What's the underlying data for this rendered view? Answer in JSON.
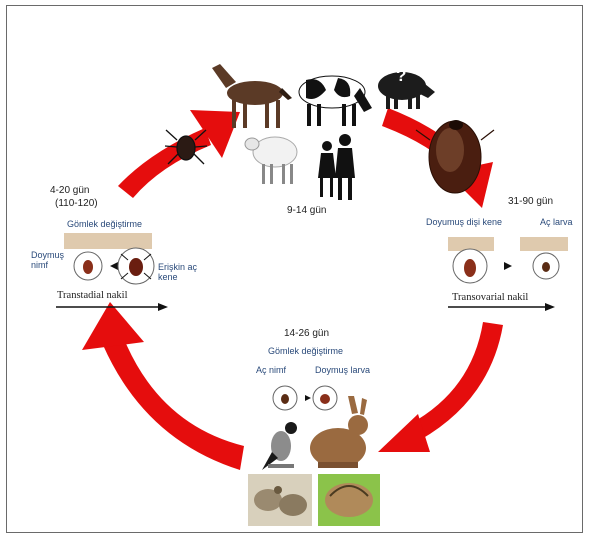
{
  "colors": {
    "arrow": "#e50d0d",
    "stage_line": "#111111",
    "tick_body": "#4a1e10",
    "egg_mass": "#d2b48c"
  },
  "host_icons": [
    "horse-icon",
    "cow-icon",
    "boar-icon",
    "sheep-icon",
    "humans-icon",
    "crow-icon",
    "hare-icon",
    "partridge-icon",
    "hedgehog-icon"
  ],
  "hosts": {
    "unknown_mark": "?",
    "duration": "9-14 gün"
  },
  "left_stage": {
    "duration": "4-20 gün",
    "duration_range": "(110-120)",
    "molt_label": "Gömlek değiştirme",
    "fed_nymph": "Doymuş nimf",
    "hungry_adult": "Erişkin aç kene",
    "transmission": "Transtadial nakil"
  },
  "right_stage": {
    "duration": "31-90 gün",
    "fed_female": "Doyumuş dişi kene",
    "hungry_larva": "Aç larva",
    "transmission": "Transovarial nakil"
  },
  "bottom_stage": {
    "duration": "14-26 gün",
    "molt_label": "Gömlek değiştirme",
    "hungry_nymph": "Aç nimf",
    "fed_larva": "Doymuş larva"
  }
}
